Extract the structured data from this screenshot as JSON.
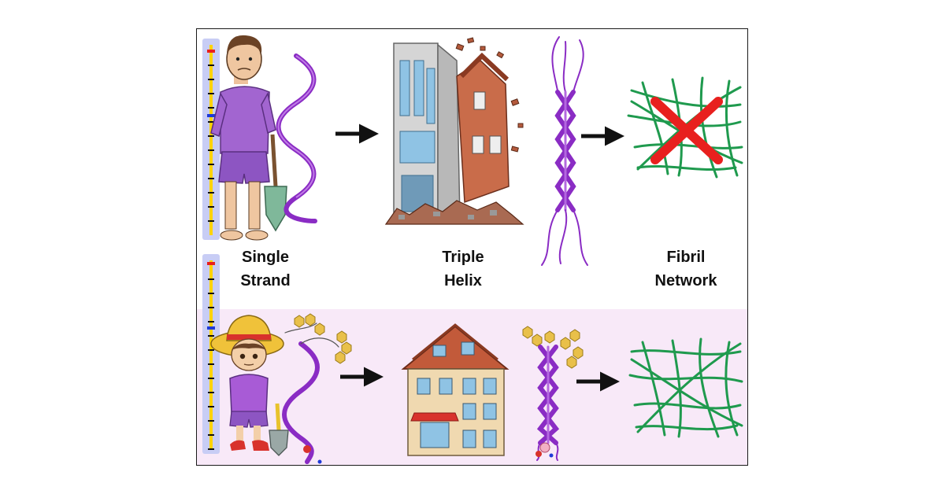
{
  "labels": {
    "single_strand": [
      "Single",
      "Strand"
    ],
    "triple_helix": [
      "Triple",
      "Helix"
    ],
    "fibril_network": [
      "Fibril",
      "Network"
    ]
  },
  "colors": {
    "helix": "#8a2cc4",
    "fibril": "#1f9a4e",
    "cross": "#e8201e",
    "ruler_bg": "#c8cdf5",
    "ruler_bar": "#ffd400",
    "glyco": "#e9c04a",
    "bottom_bg": "#f8e9f8"
  },
  "icons": {
    "top_person": "frowning-man-with-shovel",
    "bottom_person": "boy-with-straw-hat-and-shovel",
    "top_building": "crumbling-building",
    "bottom_building": "intact-house",
    "arrow": "right-arrow",
    "cross": "red-x-mark"
  }
}
